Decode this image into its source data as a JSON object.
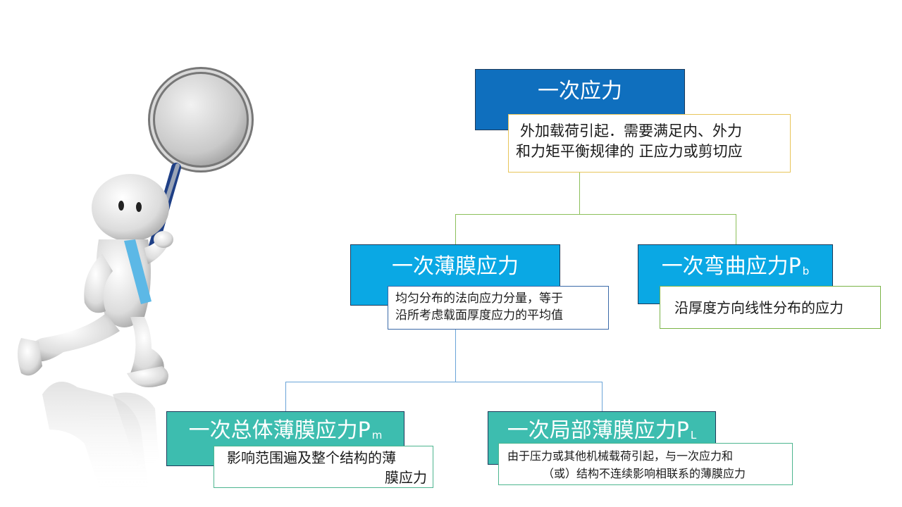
{
  "nodes": {
    "primary": {
      "title": "一次应力",
      "desc_line1": "外加载荷引起．需要满足内、外力",
      "desc_line2": "和力矩平衡规律的 正应力或剪切应"
    },
    "membrane": {
      "title": "一次薄膜应力",
      "desc_line1": "均匀分布的法向应力分量，等于",
      "desc_line2": "沿所考虑载面厚度应力的平均值"
    },
    "bending": {
      "title": "一次弯曲应力P",
      "subscript": "b",
      "desc": "沿厚度方向线性分布的应力"
    },
    "general_membrane": {
      "title": "一次总体薄膜应力P",
      "subscript": "m",
      "desc_line1": "影响范围遍及整个结构的薄",
      "desc_line2": "膜应力"
    },
    "local_membrane": {
      "title": "一次局部薄膜应力P",
      "subscript": "L",
      "desc_line1": "由于压力或其他机械载荷引起，与一次应力和",
      "desc_line2": "（或）结构不连续影响相联系的薄膜应力"
    }
  },
  "colors": {
    "primary_fill": "#0f6fbe",
    "membrane_fill": "#0aa8e4",
    "bending_fill": "#0aa8e4",
    "teal_fill": "#3dbdaf",
    "primary_desc_border": "#e8c55a",
    "membrane_desc_border": "#3a6aa8",
    "bending_desc_border": "#7ab346",
    "teal_desc_border": "#4db58f",
    "connector_green": "#8cbf5a",
    "connector_blue": "#6aa4d8"
  },
  "illustration": {
    "icon": "magnifier-person-icon"
  }
}
